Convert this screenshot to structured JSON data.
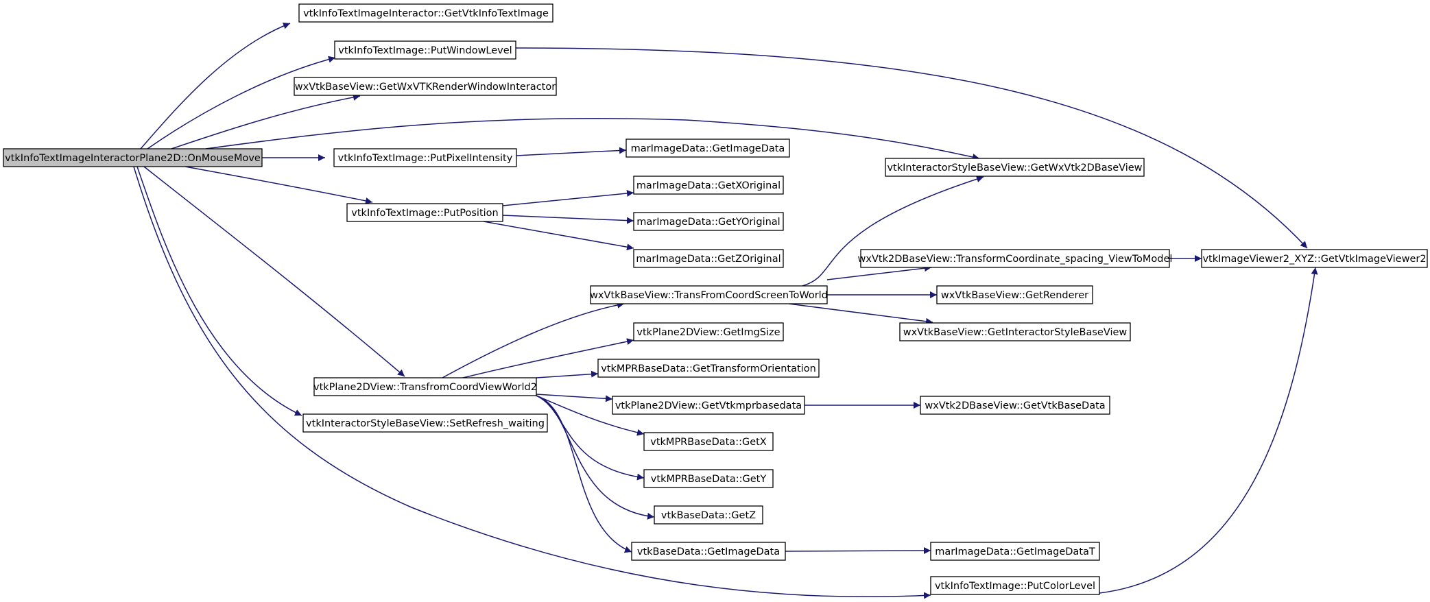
{
  "nodes": [
    {
      "id": "root",
      "label": "vtkInfoTextImageInteractorPlane2D::OnMouseMove",
      "root": true
    },
    {
      "id": "n1",
      "label": "vtkInfoTextImageInteractor::GetVtkInfoTextImage"
    },
    {
      "id": "n2",
      "label": "vtkInfoTextImage::PutWindowLevel"
    },
    {
      "id": "n3",
      "label": "wxVtkBaseView::GetWxVTKRenderWindowInteractor"
    },
    {
      "id": "n4",
      "label": "vtkInfoTextImage::PutPixelIntensity"
    },
    {
      "id": "n5",
      "label": "vtkInfoTextImage::PutPosition"
    },
    {
      "id": "n6",
      "label": "vtkPlane2DView::TransfromCoordViewWorld2"
    },
    {
      "id": "n7",
      "label": "vtkInteractorStyleBaseView::SetRefresh_waiting"
    },
    {
      "id": "n8",
      "label": "vtkInfoTextImage::PutColorLevel"
    },
    {
      "id": "n9",
      "label": "marImageData::GetImageData"
    },
    {
      "id": "n10",
      "label": "marImageData::GetXOriginal"
    },
    {
      "id": "n11",
      "label": "marImageData::GetYOriginal"
    },
    {
      "id": "n12",
      "label": "marImageData::GetZOriginal"
    },
    {
      "id": "n13",
      "label": "wxVtkBaseView::TransFromCoordScreenToWorld"
    },
    {
      "id": "n14",
      "label": "vtkPlane2DView::GetImgSize"
    },
    {
      "id": "n15",
      "label": "vtkMPRBaseData::GetTransformOrientation"
    },
    {
      "id": "n16",
      "label": "vtkPlane2DView::GetVtkmprbasedata"
    },
    {
      "id": "n17",
      "label": "vtkMPRBaseData::GetX"
    },
    {
      "id": "n18",
      "label": "vtkMPRBaseData::GetY"
    },
    {
      "id": "n19",
      "label": "vtkBaseData::GetZ"
    },
    {
      "id": "n20",
      "label": "vtkBaseData::GetImageData"
    },
    {
      "id": "n21",
      "label": "vtkInteractorStyleBaseView::GetWxVtk2DBaseView"
    },
    {
      "id": "n22",
      "label": "wxVtk2DBaseView::TransformCoordinate_spacing_ViewToModel"
    },
    {
      "id": "n23",
      "label": "wxVtkBaseView::GetRenderer"
    },
    {
      "id": "n24",
      "label": "wxVtkBaseView::GetInteractorStyleBaseView"
    },
    {
      "id": "n25",
      "label": "wxVtk2DBaseView::GetVtkBaseData"
    },
    {
      "id": "n26",
      "label": "marImageData::GetImageDataT"
    },
    {
      "id": "n27",
      "label": "vtkImageViewer2_XYZ::GetVtkImageViewer2"
    }
  ],
  "edges": [
    {
      "from": "root",
      "to": "n1"
    },
    {
      "from": "root",
      "to": "n2"
    },
    {
      "from": "root",
      "to": "n3"
    },
    {
      "from": "root",
      "to": "n21"
    },
    {
      "from": "root",
      "to": "n4"
    },
    {
      "from": "root",
      "to": "n5"
    },
    {
      "from": "root",
      "to": "n6"
    },
    {
      "from": "root",
      "to": "n7"
    },
    {
      "from": "root",
      "to": "n8"
    },
    {
      "from": "n2",
      "to": "n27"
    },
    {
      "from": "n4",
      "to": "n9"
    },
    {
      "from": "n5",
      "to": "n10"
    },
    {
      "from": "n5",
      "to": "n11"
    },
    {
      "from": "n5",
      "to": "n12"
    },
    {
      "from": "n6",
      "to": "n13"
    },
    {
      "from": "n6",
      "to": "n14"
    },
    {
      "from": "n6",
      "to": "n15"
    },
    {
      "from": "n6",
      "to": "n16"
    },
    {
      "from": "n6",
      "to": "n17"
    },
    {
      "from": "n6",
      "to": "n18"
    },
    {
      "from": "n6",
      "to": "n19"
    },
    {
      "from": "n6",
      "to": "n20"
    },
    {
      "from": "n13",
      "to": "n21"
    },
    {
      "from": "n13",
      "to": "n22"
    },
    {
      "from": "n13",
      "to": "n23"
    },
    {
      "from": "n13",
      "to": "n24"
    },
    {
      "from": "n22",
      "to": "n27"
    },
    {
      "from": "n16",
      "to": "n25"
    },
    {
      "from": "n20",
      "to": "n26"
    },
    {
      "from": "n8",
      "to": "n27"
    }
  ],
  "colors": {
    "edge": "#191970",
    "node_border": "#000000",
    "node_fill": "#ffffff",
    "root_fill": "#bfbfbf"
  }
}
